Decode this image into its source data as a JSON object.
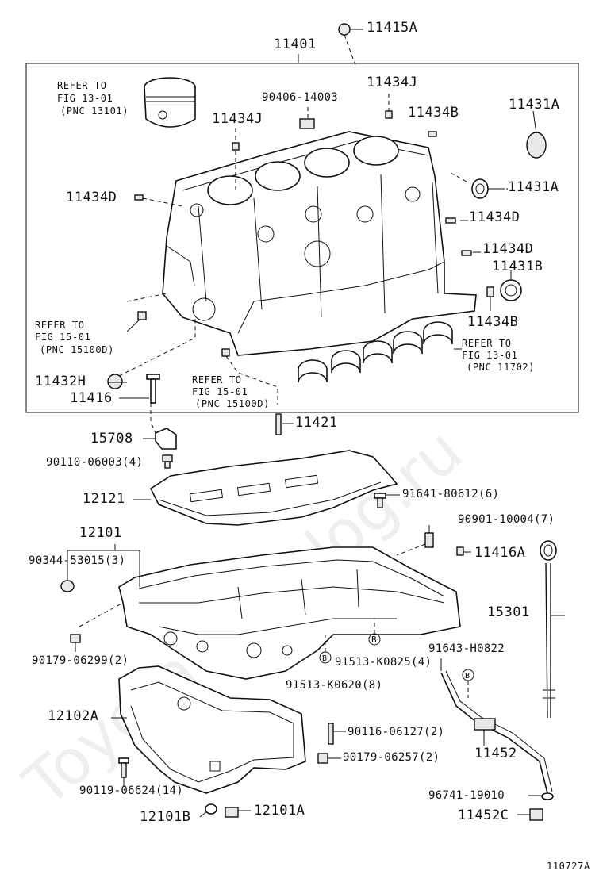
{
  "watermark": "Toyota-Catalog.ru",
  "figure_code": "110727A",
  "labels": {
    "p11415A": "11415A",
    "p11401": "11401",
    "refer_fig13_01_a": "REFER TO",
    "refer_fig13_01_b": "FIG 13-01",
    "refer_fig13_01_c": "(PNC 13101)",
    "p90406": "90406-14003",
    "p11434J_top": "11434J",
    "p11434B_top": "11434B",
    "p11431A_top": "11431A",
    "p11434J_left": "11434J",
    "p11434D_left": "11434D",
    "p11431A_mid": "11431A",
    "p11434D_mid": "11434D",
    "p11434D_right": "11434D",
    "p11431B": "11431B",
    "p11434B_bottom": "11434B",
    "refer_fig15_01_a": "REFER TO",
    "refer_fig15_01_b": "FIG 15-01",
    "refer_fig15_01_c": "(PNC 15100D)",
    "refer_fig13_01b_a": "REFER TO",
    "refer_fig13_01b_b": "FIG 13-01",
    "refer_fig13_01b_c": "(PNC 11702)",
    "p11432H": "11432H",
    "p11416": "11416",
    "refer_fig15_01b_a": "REFER TO",
    "refer_fig15_01b_b": "FIG 15-01",
    "refer_fig15_01b_c": "(PNC 15100D)",
    "p11421": "11421",
    "p15708": "15708",
    "p90110": "90110-06003(4)",
    "p12121": "12121",
    "p91641": "91641-80612(6)",
    "p12101": "12101",
    "p90901": "90901-10004(7)",
    "p90344": "90344-53015(3)",
    "p11416A": "11416A",
    "p15301": "15301",
    "p90179_06299": "90179-06299(2)",
    "p91643": "91643-H0822",
    "p91513_K0825": "91513-K0825(4)",
    "p91513_K0620": "91513-K0620(8)",
    "p12102A": "12102A",
    "p90116": "90116-06127(2)",
    "p11452": "11452",
    "p90179_06257": "90179-06257(2)",
    "p90119": "90119-06624(14)",
    "p96741": "96741-19010",
    "p12101B": "12101B",
    "p12101A": "12101A",
    "p11452C": "11452C",
    "mark_b1": "B",
    "mark_b2": "B",
    "mark_b3": "B"
  }
}
